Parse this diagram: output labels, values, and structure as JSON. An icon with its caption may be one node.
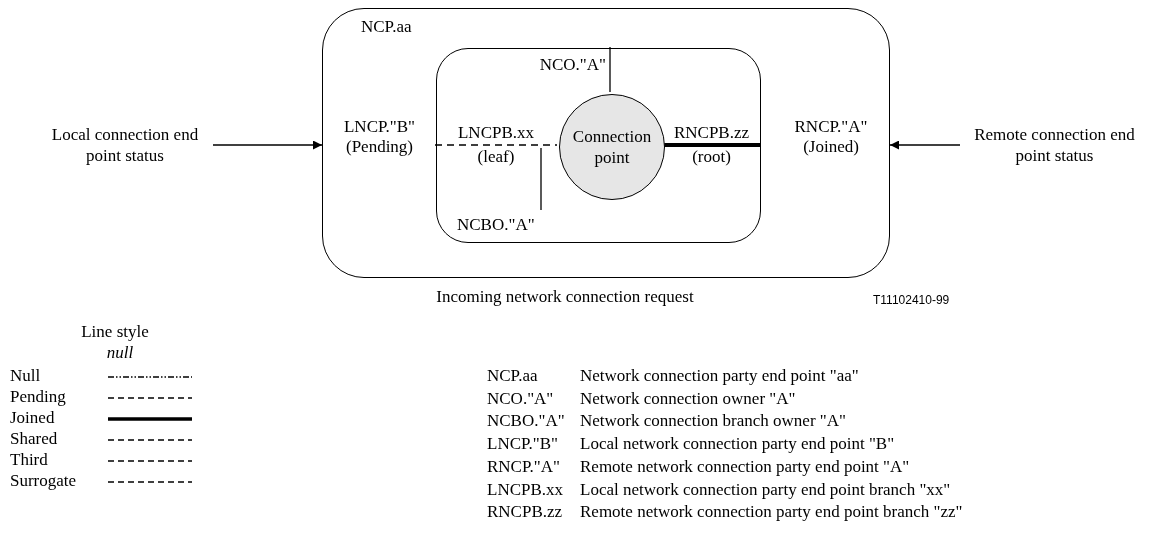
{
  "diagram": {
    "nodes": [
      {
        "text": [
          "NCP.aa",
          "LNCP.\"B\" (Pending)",
          "RNCP.\"A\" (Joined)"
        ]
      },
      {
        "text": [],
        "shape": "box",
        "in": 0
      },
      {
        "text": [
          "Connection point"
        ],
        "in": 1
      },
      {
        "text": [
          "NCO.\"A\""
        ],
        "in": 1
      },
      {
        "text": [
          "NCBO.\"A\""
        ],
        "in": 1
      },
      {
        "text": [
          "Local connection end point status"
        ]
      },
      {
        "text": [
          "Remote connection end point status"
        ]
      }
    ],
    "edges": [
      {
        "from": 5,
        "to": 0,
        "arrow": "to"
      },
      {
        "from": 6,
        "to": 0,
        "arrow": "to"
      },
      {
        "from": 1,
        "to": 2,
        "arrow": "none",
        "style": "dashed",
        "label": "LNCPB.xx (leaf)"
      },
      {
        "from": 2,
        "to": 1,
        "arrow": "none",
        "style": "thick",
        "label": "RNCPB.zz (root)"
      },
      {
        "from": 3,
        "to": 2,
        "arrow": "none"
      },
      {
        "from": 4,
        "to": null,
        "arrow": "none"
      }
    ],
    "labels": [
      "Incoming network connection request",
      "T11102410-99",
      "Line style",
      "null",
      "NCP.aa",
      "Network connection party end point \"aa\"",
      "NCO.\"A\"",
      "Network connection owner \"A\"",
      "NCBO.\"A\"",
      "Network connection branch owner \"A\"",
      "LNCP.\"B\"",
      "Local network connection party end point \"B\"",
      "RNCP.\"A\"",
      "Remote network connection party end point \"A\"",
      "LNCPB.xx",
      "Local network connection party end point branch \"xx\"",
      "RNCPB.zz",
      "Remote network connection party end point branch \"zz\""
    ],
    "legend": [
      {
        "text": "Null"
      },
      {
        "text": "Pending"
      },
      {
        "text": "Joined"
      },
      {
        "text": "Shared"
      },
      {
        "text": "Third"
      },
      {
        "text": "Surrogate"
      }
    ]
  }
}
